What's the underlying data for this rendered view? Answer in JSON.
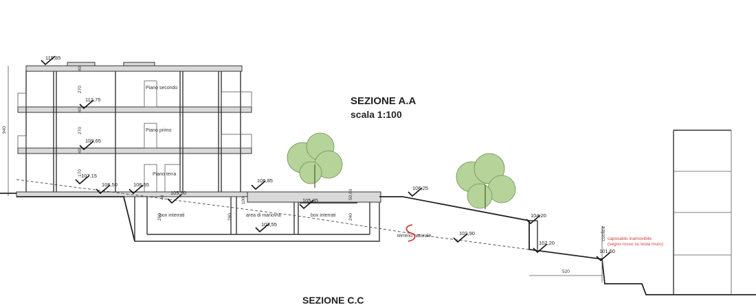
{
  "title": "SEZIONE A.A",
  "scale": "scala 1:100",
  "bottom_title": "SEZIONE C.C",
  "colors": {
    "vegetation": "#b6d39a",
    "note": "#d23a3a",
    "slab": "#d9d9d9"
  },
  "levels": {
    "l11585": "115,85",
    "l11275": "112,75",
    "l10965": "109,65",
    "l10715": "107,15",
    "l10650": "106,50",
    "l10655": "106,55",
    "l10590": "105,90",
    "l10685": "106,85",
    "l10535": "105,35",
    "l10355": "103,55",
    "l10625": "106,25",
    "l10420": "104,20",
    "l10290": "102,90",
    "l10220": "102,20",
    "l10160": "101,60"
  },
  "dims": {
    "d270a": "270",
    "d270b": "270",
    "d40a": "40",
    "d40b": "40",
    "d40c": "40",
    "d170": "170",
    "d940": "940",
    "d40d": "40",
    "d260a": "260",
    "d100": "100",
    "d260b": "260",
    "d240": "240",
    "d050": "50,60",
    "d520": "520"
  },
  "rooms": {
    "piano_secondo": "Piano secondo",
    "piano_primo": "Piano primo",
    "piano_terra": "Piano terra",
    "box1": "box interrati",
    "manovra": "area di manovra",
    "box2": "box interrati",
    "terreno": "terreno naturale"
  },
  "notes": {
    "confine": "confine",
    "caposaldo1": "caposaldo inamovibile",
    "caposaldo2": "(segno rosso su testa muro)"
  },
  "icons": {
    "level_marker": "level-triangle-icon",
    "section_marker": "s-curve-icon"
  }
}
